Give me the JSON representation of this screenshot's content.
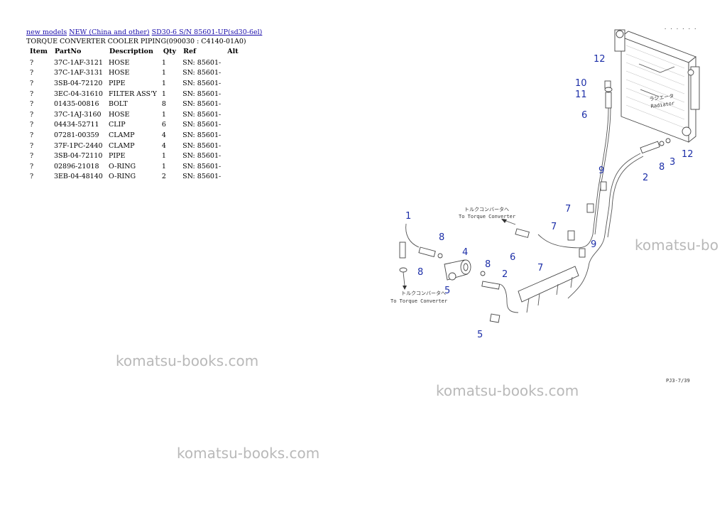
{
  "breadcrumb": {
    "link1": "new models",
    "link2": "NEW (China and other)",
    "link3": "SD30-6 S/N 85601-UP(sd30-6el)"
  },
  "page_title": "TORQUE CONVERTER COOLER PIPING(090030 : C4140-01A0)",
  "table": {
    "headers": [
      "Item",
      "PartNo",
      "Description",
      "Qty",
      "Ref",
      "Alt"
    ],
    "rows": [
      [
        "?",
        "37C-1AF-3121",
        "HOSE",
        "1",
        "SN: 85601-"
      ],
      [
        "?",
        "37C-1AF-3131",
        "HOSE",
        "1",
        "SN: 85601-"
      ],
      [
        "?",
        "3SB-04-72120",
        "PIPE",
        "1",
        "SN: 85601-"
      ],
      [
        "?",
        "3EC-04-31610",
        "FILTER ASS'Y",
        "1",
        "SN: 85601-"
      ],
      [
        "?",
        "01435-00816",
        "BOLT",
        "8",
        "SN: 85601-"
      ],
      [
        "?",
        "37C-1AJ-3160",
        "HOSE",
        "1",
        "SN: 85601-"
      ],
      [
        "?",
        "04434-52711",
        "CLIP",
        "6",
        "SN: 85601-"
      ],
      [
        "?",
        "07281-00359",
        "CLAMP",
        "4",
        "SN: 85601-"
      ],
      [
        "?",
        "37F-1PC-2440",
        "CLAMP",
        "4",
        "SN: 85601-"
      ],
      [
        "?",
        "3SB-04-72110",
        "PIPE",
        "1",
        "SN: 85601-"
      ],
      [
        "?",
        "02896-21018",
        "O-RING",
        "1",
        "SN: 85601-"
      ],
      [
        "?",
        "3EB-04-48140",
        "O-RING",
        "2",
        "SN: 85601-"
      ]
    ]
  },
  "watermarks": [
    "komatsu-books.com",
    "komatsu-books.com",
    "komatsu-books.com",
    "komatsu-bo"
  ],
  "diagram": {
    "radiator_jp": "ラジエータ",
    "radiator_en": "Radiator",
    "torque_jp_1": "トルクコンバータへ",
    "torque_en_1": "To Torque Converter",
    "torque_jp_2": "トルクコンバータへ",
    "torque_en_2": "To Torque Converter",
    "figure_code": "PJ3-7/39",
    "callouts": {
      "c12a": "12",
      "c10": "10",
      "c11": "11",
      "c6a": "6",
      "c12b": "12",
      "c3": "3",
      "c8a": "8",
      "c2a": "2",
      "c9a": "9",
      "c7a": "7",
      "c7b": "7",
      "c6b": "6",
      "c9b": "9",
      "c1": "1",
      "c8b": "8",
      "c4": "4",
      "c8c": "8",
      "c5a": "5",
      "c8d": "8",
      "c2b": "2",
      "c7c": "7",
      "c5b": "5"
    },
    "colors": {
      "callout": "#1d2fa8",
      "link": "#1a0dab",
      "watermark": "#b9b9b9"
    }
  }
}
